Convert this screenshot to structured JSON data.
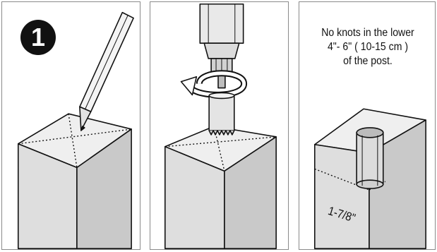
{
  "step": {
    "number": "1"
  },
  "note": {
    "line1": "No knots in the lower",
    "line2": "4\"- 6\" ( 10-15 cm )",
    "line3": "of the post."
  },
  "measurement": "1-7/8\"",
  "icons": [
    "pencil-icon",
    "drill-icon",
    "rotation-arrow-icon",
    "hole-saw-icon"
  ],
  "colors": {
    "post_top": "#efefef",
    "post_front": "#dedede",
    "post_side": "#c9c9c9",
    "outline": "#111111"
  }
}
